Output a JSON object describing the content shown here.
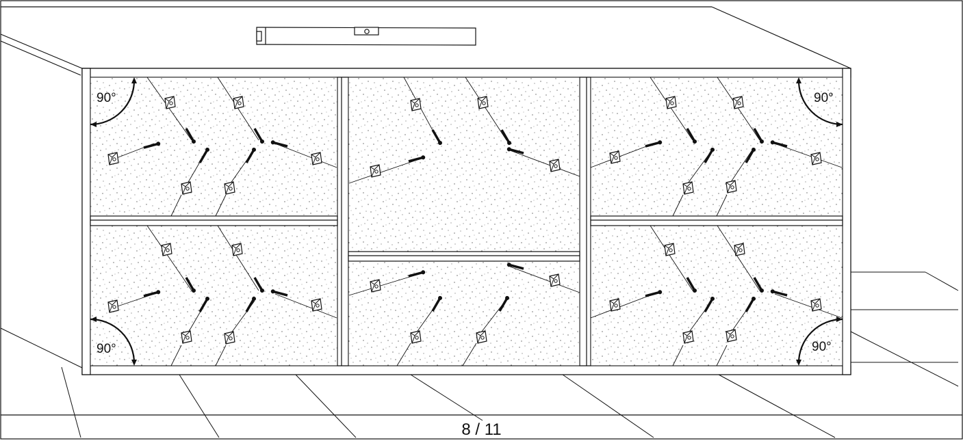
{
  "diagram": {
    "page_indicator": "8 / 11",
    "angle_labels": {
      "top_left": "90°",
      "top_right": "90°",
      "bottom_left": "90°",
      "bottom_right": "90°"
    }
  }
}
